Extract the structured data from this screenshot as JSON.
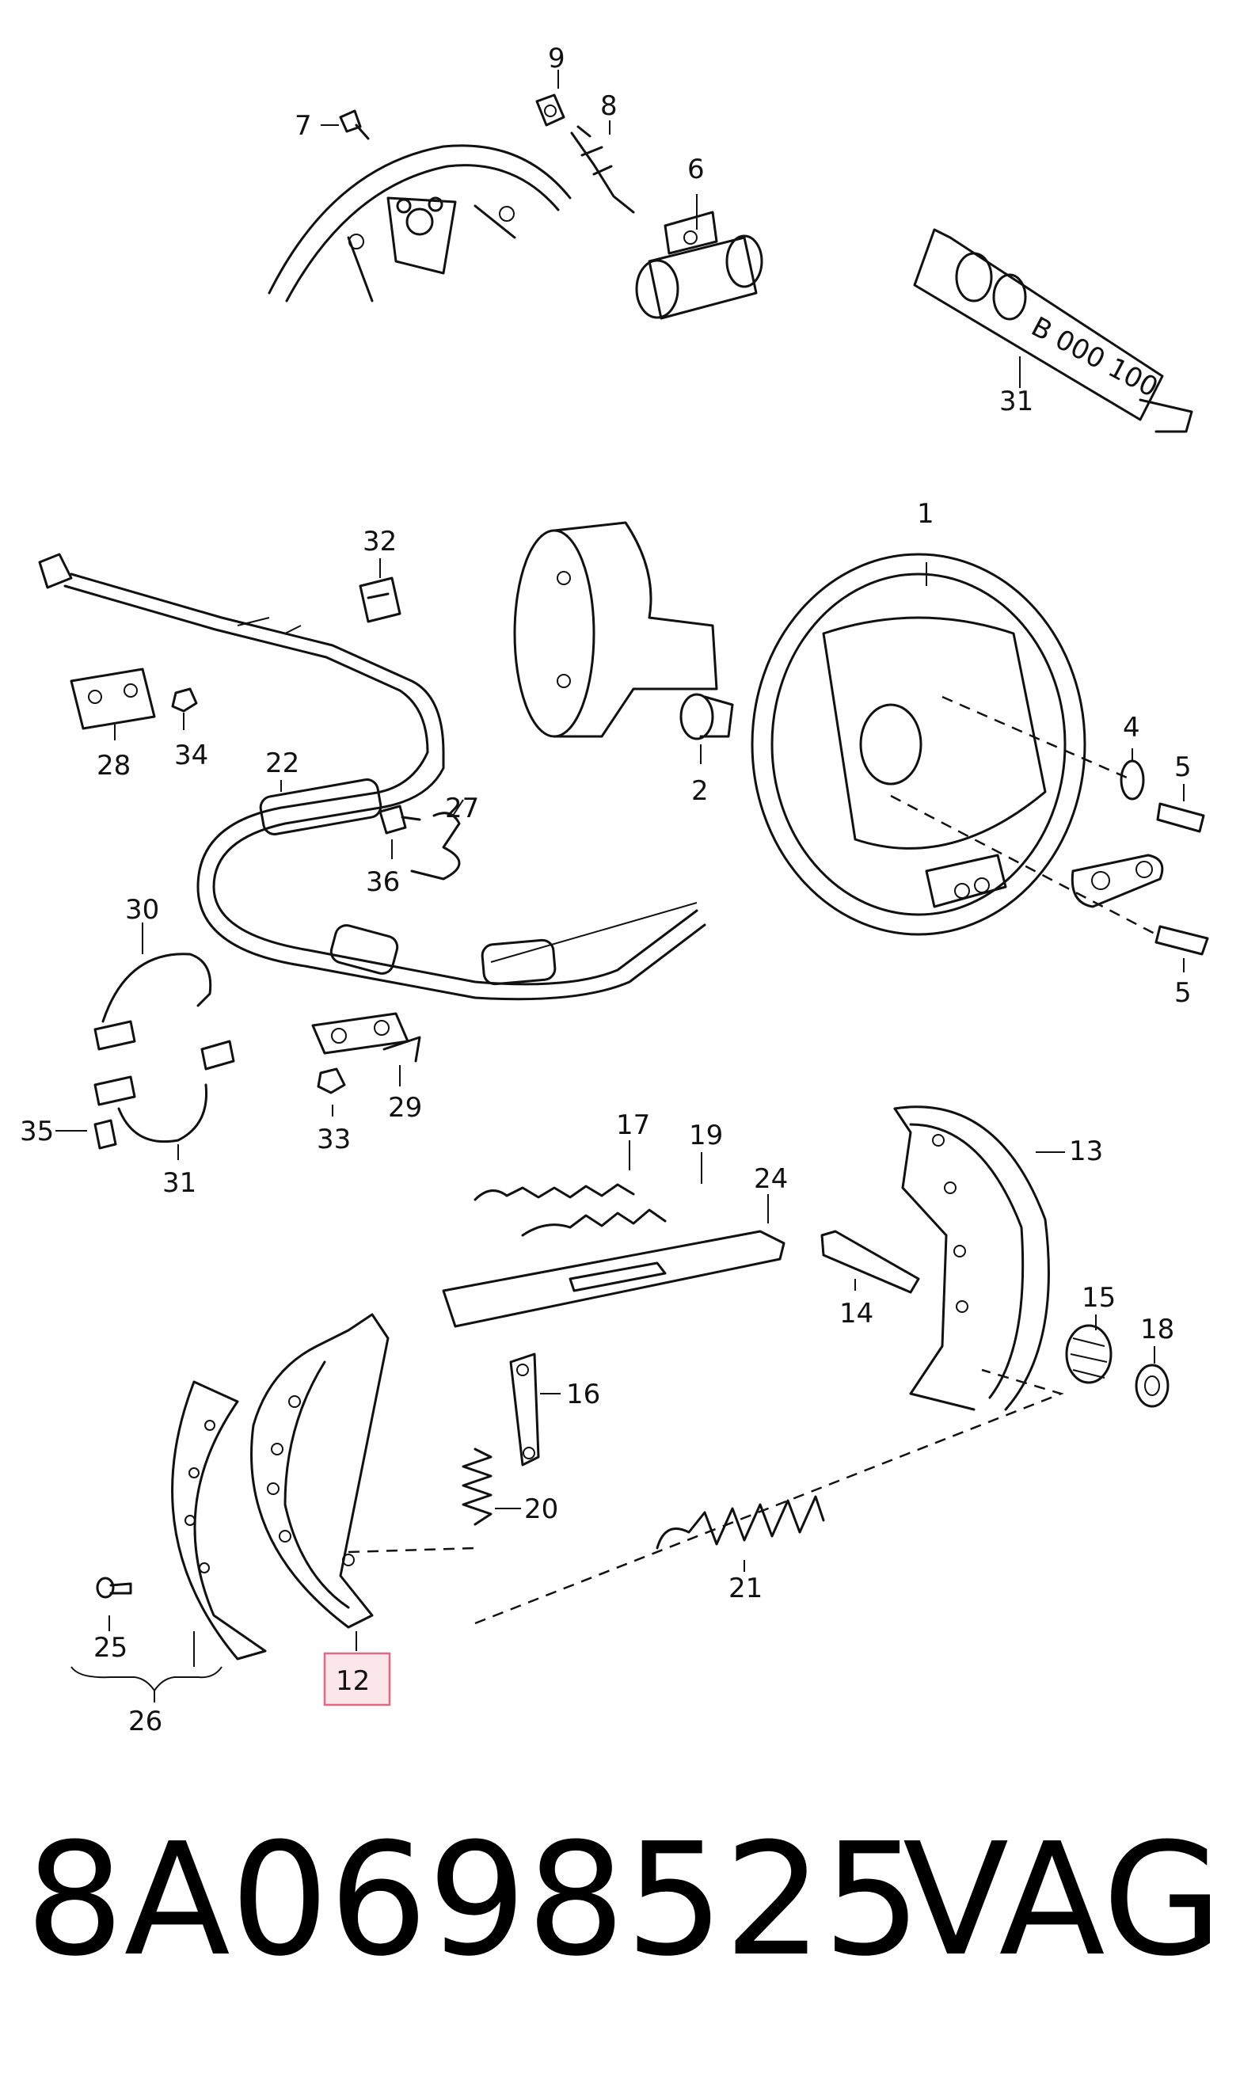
{
  "labels": {
    "l1": "1",
    "l2": "2",
    "l4": "4",
    "l5a": "5",
    "l5b": "5",
    "l6": "6",
    "l7": "7",
    "l8": "8",
    "l9": "9",
    "l12": "12",
    "l13": "13",
    "l14": "14",
    "l15": "15",
    "l16": "16",
    "l17": "17",
    "l18": "18",
    "l19": "19",
    "l20": "20",
    "l21": "21",
    "l22": "22",
    "l24": "24",
    "l25": "25",
    "l26": "26",
    "l27": "27",
    "l28": "28",
    "l29": "29",
    "l30": "30",
    "l31a": "31",
    "l31b": "31",
    "l32": "32",
    "l33": "33",
    "l34": "34",
    "l35": "35",
    "l36": "36"
  },
  "tube_text": "B 000 100",
  "footer": {
    "part_number": "8A0698525",
    "brand": "VAG"
  },
  "highlight_color": "#e06a86"
}
